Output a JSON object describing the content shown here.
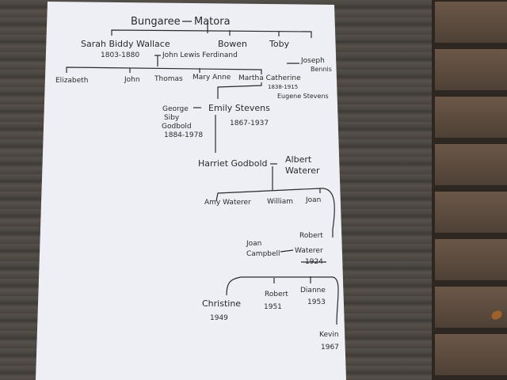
{
  "tree": {
    "gen1": {
      "left": "Bungaree",
      "right": "Matora"
    },
    "gen2": {
      "sarah": "Sarah Biddy Wallace",
      "sarah_dates": "1803-1880",
      "spouse": "John Lewis Ferdinand",
      "bowen": "Bowen",
      "toby": "Toby"
    },
    "gen3": {
      "elizabeth": "Elizabeth",
      "john": "John",
      "thomas": "Thomas",
      "mary_anne": "Mary Anne",
      "martha": "Martha Catherine",
      "martha_dates": "1838-1915",
      "spouse1": "Joseph",
      "spouse1b": "Bennis",
      "spouse2": "Eugene Stevens"
    },
    "gen4": {
      "george1": "George",
      "george2": "Siby",
      "george3": "Godbold",
      "george_dates": "1884-1978",
      "emily": "Emily Stevens",
      "emily_dates": "1867-1937"
    },
    "gen5": {
      "harriet": "Harriet Godbold",
      "albert1": "Albert",
      "albert2": "Waterer"
    },
    "gen6": {
      "amy": "Amy Waterer",
      "william": "William",
      "joan": "Joan",
      "joan_c1": "Joan",
      "joan_c2": "Campbell",
      "robert1": "Robert",
      "robert2": "Waterer",
      "robert_dates": "1924-"
    },
    "gen7": {
      "christine": "Christine",
      "christine_year": "1949",
      "robert": "Robert",
      "robert_year": "1951",
      "dianne": "Dianne",
      "dianne_year": "1953",
      "kevin": "Kevin",
      "kevin_year": "1967"
    }
  }
}
